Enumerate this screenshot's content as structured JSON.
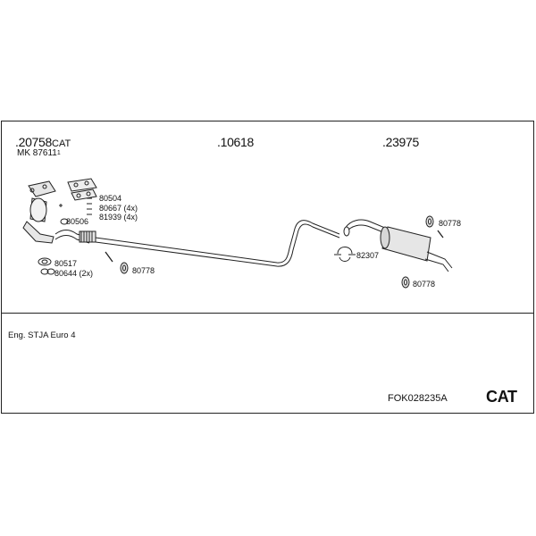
{
  "parts": {
    "p1_number": ".20758",
    "p1_suffix": "CAT",
    "p1_kit": "MK 87611",
    "p1_kit_mark": "1",
    "p2_number": ".10618",
    "p3_number": ".23975"
  },
  "labels": {
    "l80504": "80504",
    "l80667": "80667 (4x)",
    "l81939": "81939 (4x)",
    "l80506": "80506",
    "l80517": "80517",
    "l80644": "80644 (2x)",
    "l80778a": "80778",
    "l82307": "82307",
    "l80778b": "80778",
    "l80778c": "80778"
  },
  "footer": {
    "engine": "Eng. STJA   Euro 4",
    "code": "FOK028235A",
    "cat": "CAT"
  },
  "colors": {
    "line": "#222222",
    "fill": "#e6e6e6"
  }
}
